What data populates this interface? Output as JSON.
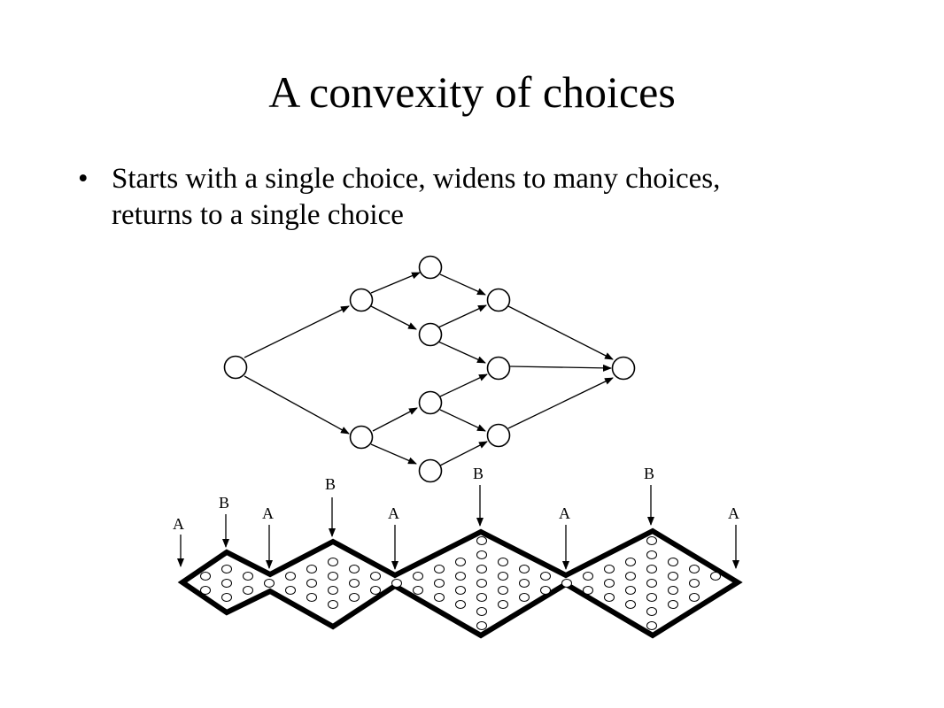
{
  "slide": {
    "title": "A convexity of choices",
    "bullets": [
      {
        "marker": "•",
        "text": "Starts with a single choice, widens to many choices, returns to a single choice"
      }
    ]
  },
  "diagram_markers": {
    "A": "A",
    "B": "B"
  }
}
